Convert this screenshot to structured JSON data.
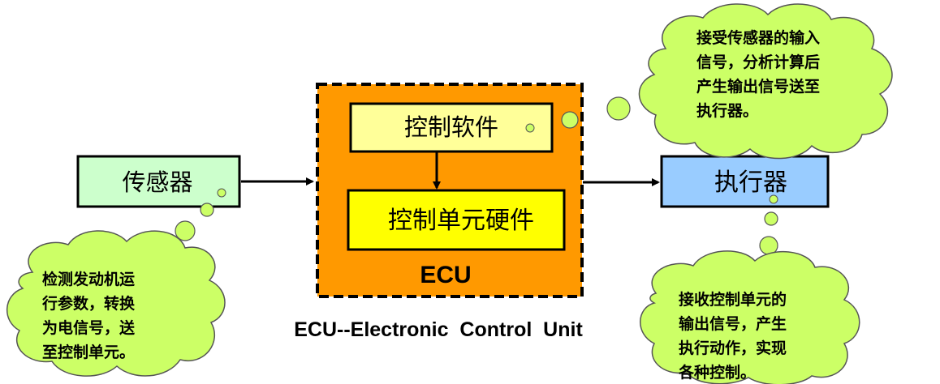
{
  "sensor": {
    "label": "传感器"
  },
  "actuator": {
    "label": "执行器"
  },
  "ecu": {
    "label": "ECU",
    "software_label": "控制软件",
    "hardware_label": "控制单元硬件",
    "caption": "ECU--Electronic  Control  Unit"
  },
  "clouds": {
    "sensor_note": [
      "检测发动机运",
      "行参数，转换",
      "为电信号，送",
      "至控制单元。"
    ],
    "ecu_note": [
      "接受传感器的输入",
      "信号，分析计算后",
      "产生输出信号送至",
      "执行器。"
    ],
    "actuator_note": [
      "接收控制单元的",
      "输出信号，产生",
      "执行动作，实现",
      "各种控制。"
    ]
  },
  "colors": {
    "sensor_fill": "#ccffcc",
    "actuator_fill": "#99ccff",
    "ecu_fill": "#ff9900",
    "software_fill": "#ffff99",
    "hardware_fill": "#ffff00",
    "cloud_fill": "#ccff66"
  }
}
